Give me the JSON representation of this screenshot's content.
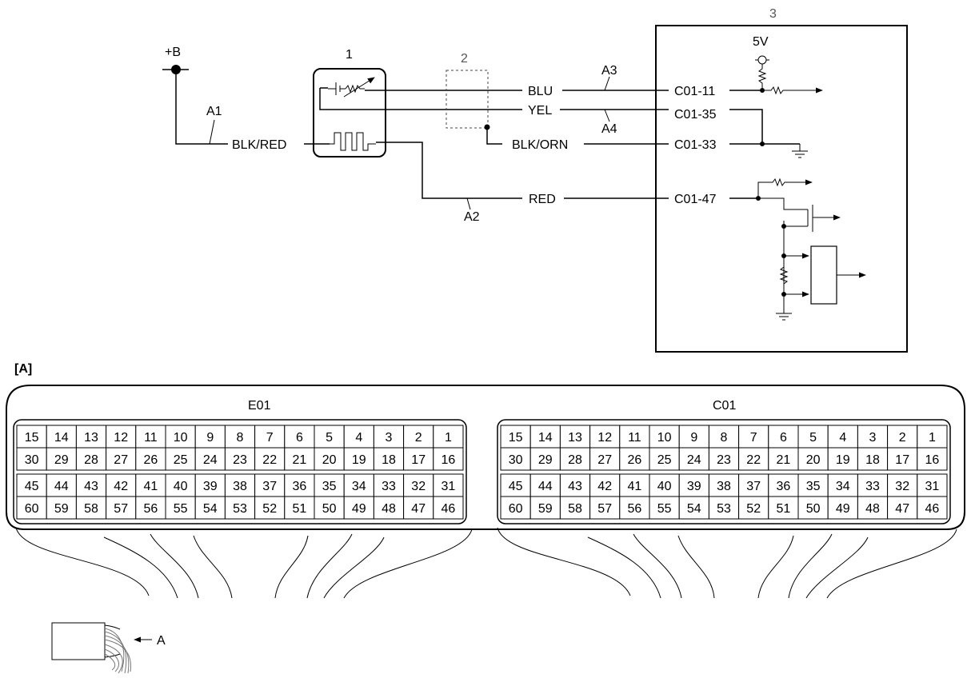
{
  "schematic": {
    "components": {
      "sensor": "1",
      "shield": "2",
      "ecu": "3"
    },
    "power": {
      "battery": "+B",
      "supply": "5V"
    },
    "wires": {
      "blk_red": "BLK/RED",
      "blu": "BLU",
      "yel": "YEL",
      "blk_orn": "BLK/ORN",
      "red": "RED"
    },
    "wire_ids": {
      "a1": "A1",
      "a2": "A2",
      "a3": "A3",
      "a4": "A4"
    },
    "terminals": {
      "c01_11": "C01-11",
      "c01_35": "C01-35",
      "c01_33": "C01-33",
      "c01_47": "C01-47"
    }
  },
  "connector_view": {
    "label": "[A]",
    "harness_pointer": "A",
    "connectors": [
      {
        "name": "E01",
        "rows": [
          [
            "15",
            "14",
            "13",
            "12",
            "11",
            "10",
            "9",
            "8",
            "7",
            "6",
            "5",
            "4",
            "3",
            "2",
            "1"
          ],
          [
            "30",
            "29",
            "28",
            "27",
            "26",
            "25",
            "24",
            "23",
            "22",
            "21",
            "20",
            "19",
            "18",
            "17",
            "16"
          ],
          [
            "45",
            "44",
            "43",
            "42",
            "41",
            "40",
            "39",
            "38",
            "37",
            "36",
            "35",
            "34",
            "33",
            "32",
            "31"
          ],
          [
            "60",
            "59",
            "58",
            "57",
            "56",
            "55",
            "54",
            "53",
            "52",
            "51",
            "50",
            "49",
            "48",
            "47",
            "46"
          ]
        ]
      },
      {
        "name": "C01",
        "rows": [
          [
            "15",
            "14",
            "13",
            "12",
            "11",
            "10",
            "9",
            "8",
            "7",
            "6",
            "5",
            "4",
            "3",
            "2",
            "1"
          ],
          [
            "30",
            "29",
            "28",
            "27",
            "26",
            "25",
            "24",
            "23",
            "22",
            "21",
            "20",
            "19",
            "18",
            "17",
            "16"
          ],
          [
            "45",
            "44",
            "43",
            "42",
            "41",
            "40",
            "39",
            "38",
            "37",
            "36",
            "35",
            "34",
            "33",
            "32",
            "31"
          ],
          [
            "60",
            "59",
            "58",
            "57",
            "56",
            "55",
            "54",
            "53",
            "52",
            "51",
            "50",
            "49",
            "48",
            "47",
            "46"
          ]
        ]
      }
    ]
  }
}
